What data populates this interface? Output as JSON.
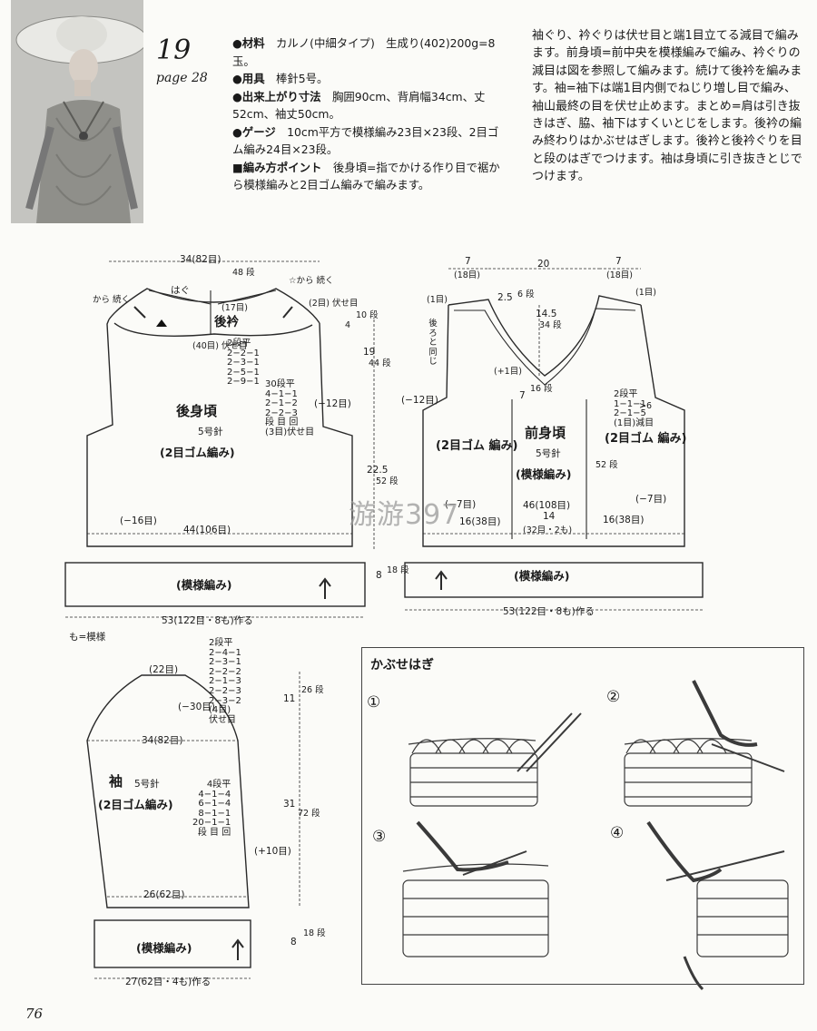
{
  "header": {
    "number": "19",
    "page_ref": "page 28",
    "specs": [
      {
        "label": "●材料",
        "text": "カルノ(中細タイプ)　生成り(402)200g=8玉。"
      },
      {
        "label": "●用具",
        "text": "棒針5号。"
      },
      {
        "label": "●出来上がり寸法",
        "text": "胸囲90cm、背肩幅34cm、丈52cm、袖丈50cm。"
      },
      {
        "label": "●ゲージ",
        "text": "10cm平方で模様編み23目×23段、2目ゴム編み24目×23段。"
      },
      {
        "label": "■編み方ポイント",
        "text": "後身頃=指でかける作り目で裾から模様編みと2目ゴム編みで編みます。"
      }
    ],
    "description": "袖ぐり、衿ぐりは伏せ目と端1目立てる減目で編みます。前身頃=前中央を模様編みで編み、衿ぐりの減目は図を参照して編みます。続けて後衿を編みます。袖=袖下は端1目内側でねじり増し目で編み、袖山最終の目を伏せ止めます。まとめ=肩は引き抜きはぎ、脇、袖下はすくいとじをします。後衿の編み終わりはかぶせはぎします。後衿と後衿ぐりを目と段のはぎでつけます。袖は身頃に引き抜きとじでつけます。"
  },
  "back": {
    "top_width": "34(82目)",
    "collar_rows": "48\n段",
    "hagu": "はぐ",
    "star_cont": "☆から\n続く",
    "kara_cont": "から\n続く",
    "collar_sts": "(17目)",
    "collar_label": "後衿",
    "bind_right": "(2目)\n伏せ目",
    "side_10": "10\n段",
    "side_4": "4",
    "bind_left": "(40目)\n伏せ目",
    "dec_list": "2段平\n2−2−1\n2−3−1\n2−5−1\n2−9−1",
    "armhole_list": "30段平\n4−1−1\n2−1−2\n2−2−3\n段 目 回\n(3目)伏せ目",
    "armhole_dec": "(−12目)",
    "len_19": "19",
    "rows_44": "44\n段",
    "title": "後身頃",
    "needle": "5号針",
    "rib": "(2目ゴム編み)",
    "len_225": "22.5",
    "rows_52": "52\n段",
    "dec16": "(−16目)",
    "width44": "44(106目)",
    "band_label": "(模様編み)",
    "band_h": "8",
    "band_rows": "18\n段",
    "cast_on": "53(122目・8も)作る",
    "mo_note": "も=模様"
  },
  "front": {
    "w7a": "7",
    "w7a_sts": "(18目)",
    "w20": "20",
    "w7b": "7",
    "w7b_sts": "(18目)",
    "one_st_l": "(1目)",
    "one_st_r": "(1目)",
    "len_25": "2.5",
    "rows_6": "6\n段",
    "len_145": "14.5",
    "rows_34": "34\n段",
    "back_cont": "後ろ\nと\n同じ",
    "plus1": "(+1目)",
    "len_7": "7",
    "rows_16": "16\n段",
    "neck_list": "2段平\n1−1−1\n2−1−5\n(1目)減目",
    "neck_six": ">6",
    "dec12": "(−12目)",
    "rib_l": "(2目ゴム\n編み)",
    "title": "前身頃",
    "needle": "5号針",
    "pattern": "(模様編み)",
    "rib_r": "(2目ゴム\n編み)",
    "rows_52": "52\n段",
    "dec7": "(−7目)",
    "inc7": "(−7目)",
    "w46": "46(108目)",
    "w16l": "16(38目)",
    "w14": "14",
    "w14_sts": "(32目・2も)",
    "w16r": "16(38目)",
    "band_label": "(模様編み)",
    "cast_on": "53(122目・8も)作る"
  },
  "sleeve": {
    "top_sts": "(22目)",
    "cap_list": "2段平\n2−4−1\n2−3−1\n2−2−2\n2−1−3\n2−2−3\n2−3−2\n(4目)\n伏せ目",
    "cap_dec": "(−30目)",
    "len_11": "11",
    "rows_26": "26\n段",
    "width34": "34(82目)",
    "title": "袖",
    "needle": "5号針",
    "rib": "(2目ゴム編み)",
    "inc_list": "4段平\n4−1−4\n6−1−4\n8−1−1\n20−1−1\n段 目 回",
    "len_31": "31",
    "rows_72": "72\n段",
    "inc10": "(+10目)",
    "width26": "26(62目)",
    "band_label": "(模様編み)",
    "band_h": "8",
    "band_rows": "18\n段",
    "cast_on": "27(62目・4も)作る"
  },
  "kabuse": {
    "title": "かぶせはぎ",
    "steps": [
      "①",
      "②",
      "③",
      "④"
    ]
  },
  "watermark": "游游397",
  "page_number": "76"
}
